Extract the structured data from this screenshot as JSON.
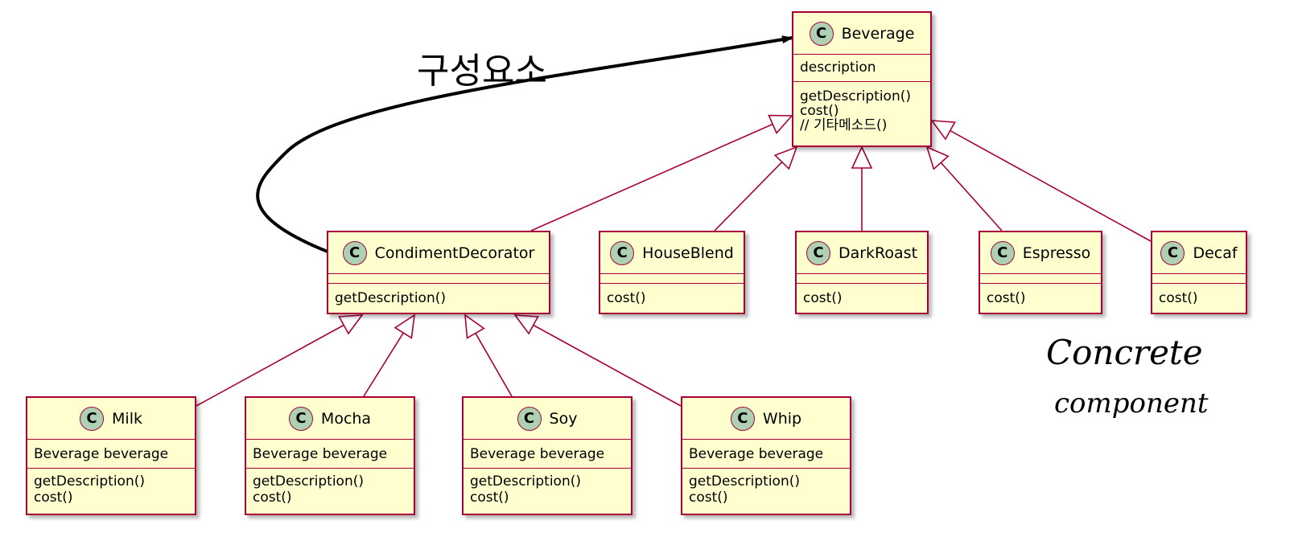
{
  "classes": {
    "beverage": {
      "name": "Beverage",
      "badge": "C",
      "fields": [
        "description"
      ],
      "methods": [
        "getDescription()",
        "cost()",
        "// 기타메소드()"
      ]
    },
    "condiment": {
      "name": "CondimentDecorator",
      "badge": "C",
      "fields": [],
      "methods": [
        "getDescription()"
      ]
    },
    "houseblend": {
      "name": "HouseBlend",
      "badge": "C",
      "fields": [],
      "methods": [
        "cost()"
      ]
    },
    "darkroast": {
      "name": "DarkRoast",
      "badge": "C",
      "fields": [],
      "methods": [
        "cost()"
      ]
    },
    "espresso": {
      "name": "Espresso",
      "badge": "C",
      "fields": [],
      "methods": [
        "cost()"
      ]
    },
    "decaf": {
      "name": "Decaf",
      "badge": "C",
      "fields": [],
      "methods": [
        "cost()"
      ]
    },
    "milk": {
      "name": "Milk",
      "badge": "C",
      "fields": [
        "Beverage beverage"
      ],
      "methods": [
        "getDescription()",
        "cost()"
      ]
    },
    "mocha": {
      "name": "Mocha",
      "badge": "C",
      "fields": [
        "Beverage beverage"
      ],
      "methods": [
        "getDescription()",
        "cost()"
      ]
    },
    "soy": {
      "name": "Soy",
      "badge": "C",
      "fields": [
        "Beverage beverage"
      ],
      "methods": [
        "getDescription()",
        "cost()"
      ]
    },
    "whip": {
      "name": "Whip",
      "badge": "C",
      "fields": [
        "Beverage beverage"
      ],
      "methods": [
        "getDescription()",
        "cost()"
      ]
    }
  },
  "annotations": {
    "composition_label": "구성요소",
    "handwritten_line1": "Concrete",
    "handwritten_line2": "component"
  },
  "colors": {
    "class_fill": "#fefece",
    "class_border": "#a80036",
    "badge_fill": "#add1b2",
    "edge": "#a80036",
    "composition_edge": "#000000"
  }
}
